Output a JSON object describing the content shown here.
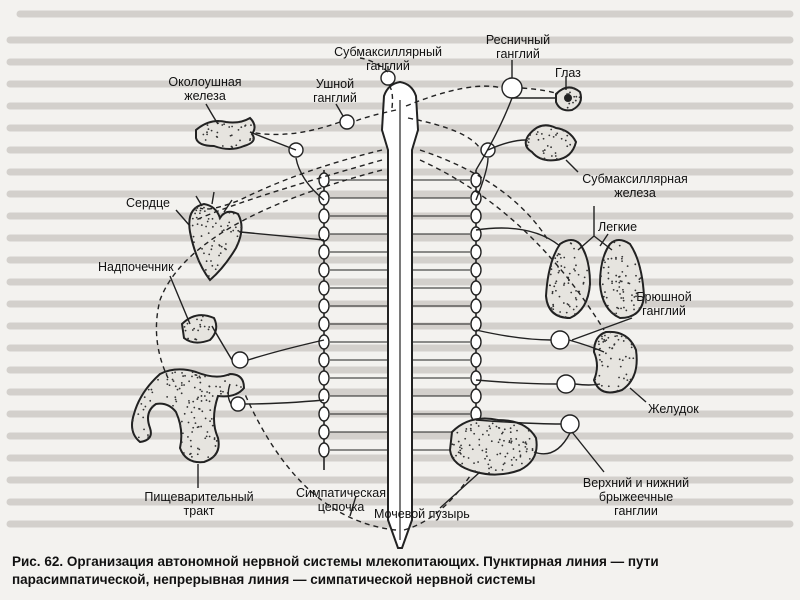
{
  "labels": {
    "parotid": "Околоушная\nжелеза",
    "submax_ganglion": "Субмаксиллярный\nганглий",
    "ciliary": "Ресничный\nганглий",
    "otic": "Ушной\nганглий",
    "eye": "Глаз",
    "submax_gland": "Субмаксиллярная\nжелеза",
    "heart": "Сердце",
    "lungs": "Легкие",
    "adrenal": "Надпочечник",
    "celiac": "Брюшной\nганглий",
    "stomach": "Желудок",
    "digestive": "Пищеварительный\nтракт",
    "sympathetic_chain": "Симпатическая\nцепочка",
    "bladder": "Мочевой пузырь",
    "mesenteric": "Верхний и нижний\nбрыжеечные\nганглии"
  },
  "caption": {
    "number": "Рис. 62.",
    "text": "Организация автономной нервной системы млекопитающих. Пунктирная линия — пути парасимпатической, непрерывная линия — симпатической нервной системы"
  }
}
